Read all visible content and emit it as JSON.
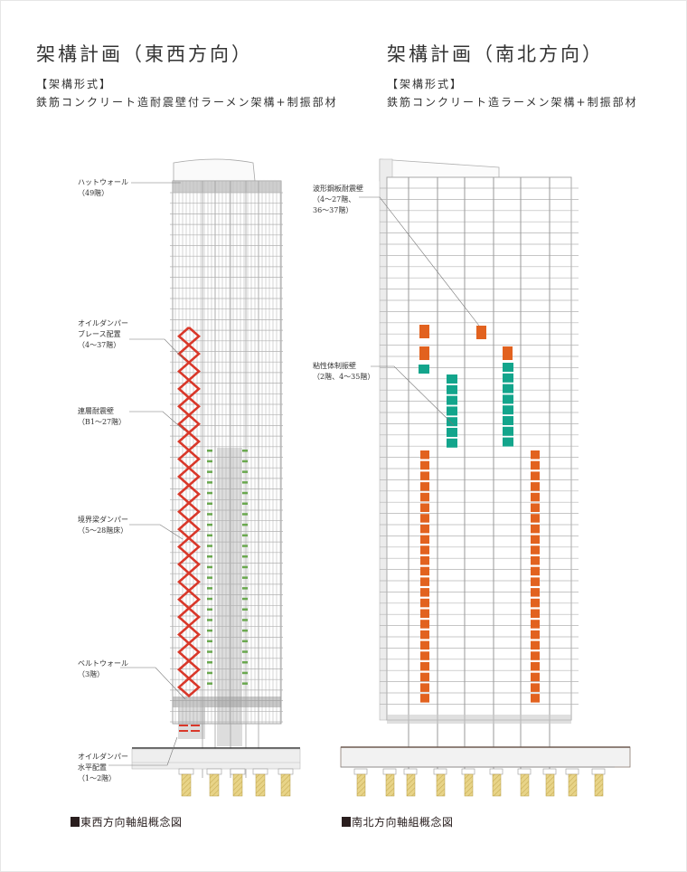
{
  "left_panel": {
    "title": "架構計画（東西方向）",
    "structure_heading": "【架構形式】",
    "structure_type": "鉄筋コンクリート造耐震壁付ラーメン架構+制振部材",
    "caption": "東西方向軸組概念図",
    "annotations": [
      {
        "text": "ハットウォール\n（49階）"
      },
      {
        "text": "オイルダンパー\nブレース配置\n（4〜37階）"
      },
      {
        "text": "連層耐震壁\n（B1〜27階）"
      },
      {
        "text": "境界梁ダンパー\n（5〜28階床）"
      },
      {
        "text": "ベルトウォール\n（3階）"
      },
      {
        "text": "オイルダンパー\n水平配置\n（1〜2階）"
      }
    ]
  },
  "right_panel": {
    "title": "架構計画（南北方向）",
    "structure_heading": "【架構形式】",
    "structure_type": "鉄筋コンクリート造ラーメン架構+制振部材",
    "caption": "南北方向軸組概念図",
    "annotations": [
      {
        "text": "波形鋼板耐震壁\n（4〜27階、\n36〜37階）"
      },
      {
        "text": "粘性体制振壁\n（2階、4〜35階）"
      }
    ]
  },
  "colors": {
    "brace_red": "#d9382a",
    "boundary_damper_green": "#6aa84f",
    "steel_wall_orange": "#e2621f",
    "viscous_wall_teal": "#13a58c",
    "pile_yellow": "#e3cf7a",
    "frame_gray": "#9a9a9a"
  }
}
